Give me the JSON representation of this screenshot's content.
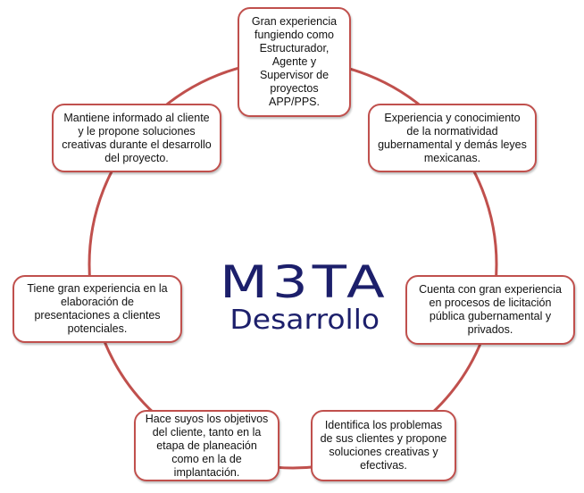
{
  "logo": {
    "line1": "M3TA",
    "line2": "Desarrollo"
  },
  "nodes": [
    "Gran experiencia fungiendo como Estructurador, Agente y Supervisor de proyectos APP/PPS.",
    "Experiencia y conocimiento de la normatividad gubernamental y demás leyes mexicanas.",
    "Cuenta con gran experiencia en procesos de licitación pública gubernamental y privados.",
    "Identifica los problemas de sus clientes y propone soluciones creativas y efectivas.",
    "Hace suyos los objetivos del cliente, tanto en la etapa de planeación como en la de implantación.",
    "Tiene gran experiencia en la elaboración de presentaciones a clientes potenciales.",
    "Mantiene informado al cliente y le propone soluciones creativas durante el desarrollo del proyecto."
  ],
  "colors": {
    "accent": "#c0504d",
    "logo": "#1c1f6b"
  }
}
